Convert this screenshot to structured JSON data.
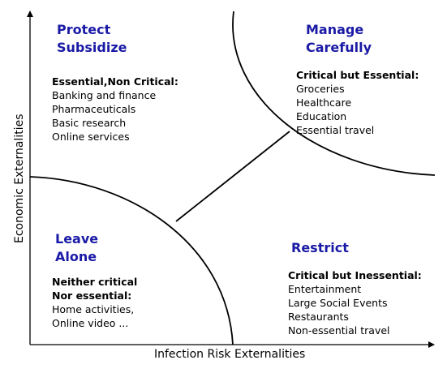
{
  "axes": {
    "x_label": "Infection Risk Externalities",
    "y_label": "Economic Externalities"
  },
  "quadrants": {
    "top_left": {
      "title": [
        "Protect",
        "Subsidize"
      ],
      "header": "Essential,Non Critical:",
      "items": [
        "Banking and finance",
        "Pharmaceuticals",
        "Basic research",
        "Online services"
      ]
    },
    "top_right": {
      "title": [
        "Manage",
        "Carefully"
      ],
      "header": "Critical but Essential:",
      "items": [
        "Groceries",
        "Healthcare",
        "Education",
        "Essential travel"
      ]
    },
    "bottom_left": {
      "title": [
        "Leave",
        "Alone"
      ],
      "header": [
        "Neither critical",
        "Nor essential:"
      ],
      "items": [
        "Home activities,",
        "Online video ..."
      ]
    },
    "bottom_right": {
      "title": [
        "Restrict"
      ],
      "header": "Critical but Inessential:",
      "items": [
        "Entertainment",
        "Large Social Events",
        "Restaurants",
        "Non-essential travel"
      ]
    }
  },
  "colors": {
    "title": "#1a1aa6",
    "line": "#000000"
  }
}
